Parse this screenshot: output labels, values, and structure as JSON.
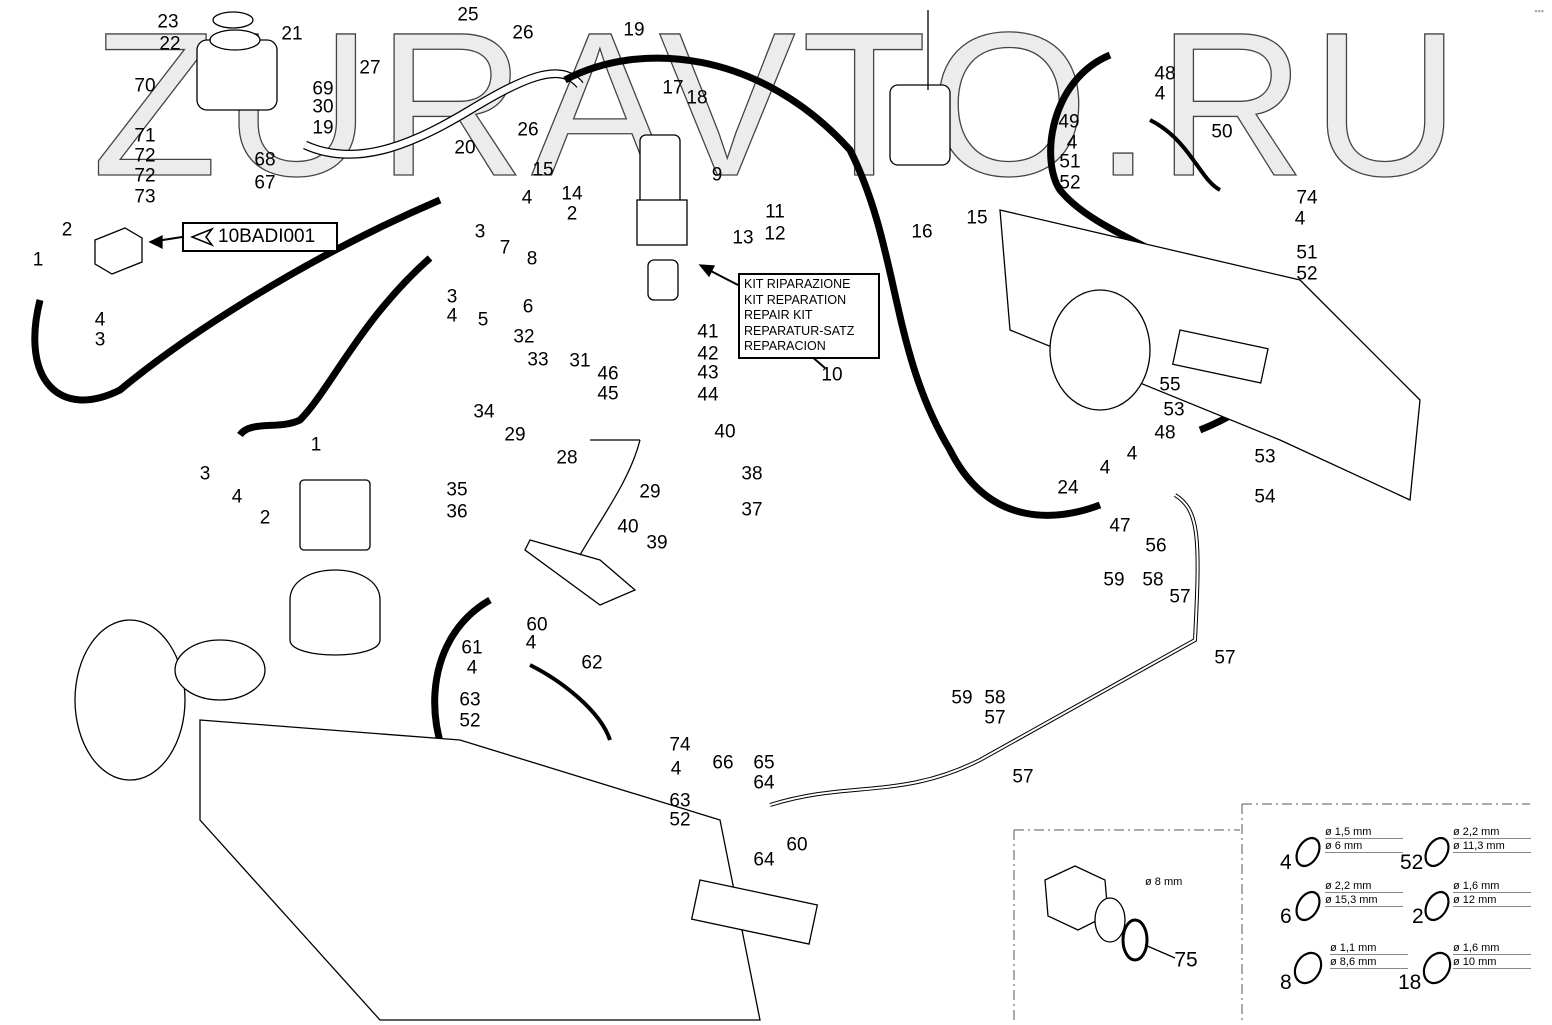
{
  "watermark": "ZURAVTO.RU",
  "reference_box": {
    "label": "10BADI001",
    "icon": "triangle-arrow-icon"
  },
  "kit_box": {
    "lines": [
      "KIT RIPARAZIONE",
      "KIT REPARATION",
      "REPAIR KIT",
      "REPARATUR-SATZ",
      "REPARACION"
    ],
    "callout": "10"
  },
  "callouts": [
    "23",
    "22",
    "21",
    "25",
    "26",
    "27",
    "19",
    "70",
    "69",
    "30",
    "19",
    "71",
    "72",
    "72",
    "73",
    "68",
    "67",
    "20",
    "26",
    "17",
    "18",
    "15",
    "9",
    "14",
    "2",
    "11",
    "12",
    "13",
    "16",
    "15",
    "48",
    "4",
    "49",
    "4",
    "50",
    "51",
    "52",
    "74",
    "4",
    "51",
    "52",
    "4",
    "3",
    "7",
    "8",
    "2",
    "1",
    "4",
    "3",
    "3",
    "4",
    "5",
    "6",
    "32",
    "33",
    "31",
    "34",
    "41",
    "42",
    "46",
    "43",
    "45",
    "44",
    "29",
    "40",
    "28",
    "29",
    "38",
    "35",
    "36",
    "37",
    "40",
    "39",
    "1",
    "3",
    "4",
    "2",
    "55",
    "53",
    "48",
    "4",
    "53",
    "4",
    "24",
    "54",
    "47",
    "56",
    "59",
    "58",
    "57",
    "57",
    "60",
    "4",
    "61",
    "62",
    "4",
    "63",
    "52",
    "59",
    "58",
    "57",
    "74",
    "66",
    "65",
    "4",
    "64",
    "57",
    "63",
    "52",
    "60",
    "64"
  ],
  "detail_75": {
    "dimension": "ø 8 mm",
    "callout": "75"
  },
  "seal_table": [
    {
      "part": "4",
      "section": "ø 1,5 mm",
      "inner": "ø 6 mm"
    },
    {
      "part": "52",
      "section": "ø 2,2 mm",
      "inner": "ø 11,3 mm"
    },
    {
      "part": "6",
      "section": "ø 2,2 mm",
      "inner": "ø 15,3 mm"
    },
    {
      "part": "2",
      "section": "ø 1,6 mm",
      "inner": "ø 12 mm"
    },
    {
      "part": "8",
      "section": "ø 1,1 mm",
      "inner": "ø 8,6 mm"
    },
    {
      "part": "18",
      "section": "ø 1,6 mm",
      "inner": "ø 10 mm"
    }
  ]
}
